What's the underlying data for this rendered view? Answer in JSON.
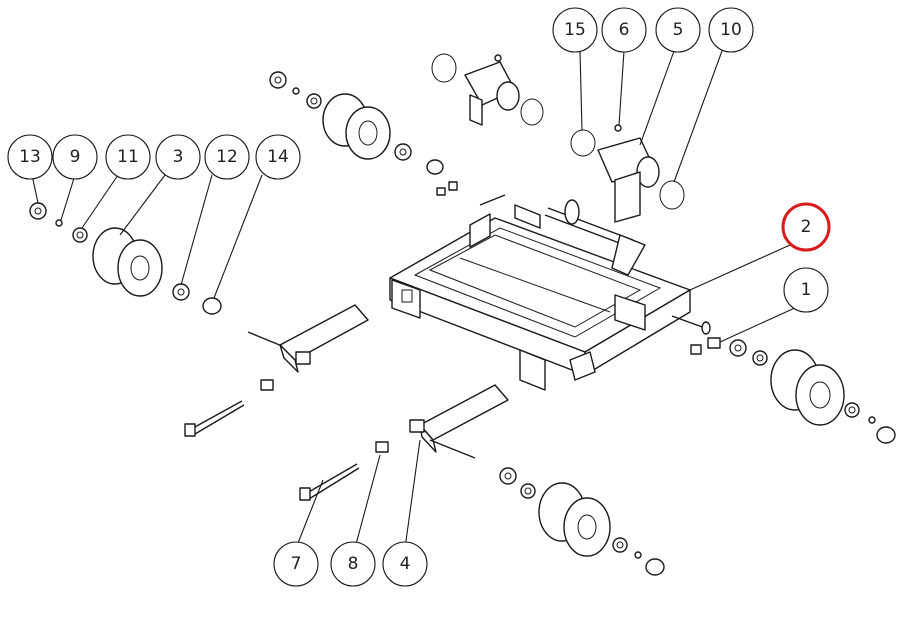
{
  "callouts": [
    {
      "id": "13",
      "text": "13"
    },
    {
      "id": "9",
      "text": "9"
    },
    {
      "id": "11",
      "text": "11"
    },
    {
      "id": "3",
      "text": "3"
    },
    {
      "id": "12",
      "text": "12"
    },
    {
      "id": "14",
      "text": "14"
    },
    {
      "id": "15",
      "text": "15"
    },
    {
      "id": "6",
      "text": "6"
    },
    {
      "id": "5",
      "text": "5"
    },
    {
      "id": "10",
      "text": "10"
    },
    {
      "id": "2",
      "text": "2"
    },
    {
      "id": "1",
      "text": "1"
    },
    {
      "id": "7",
      "text": "7"
    },
    {
      "id": "8",
      "text": "8"
    },
    {
      "id": "4",
      "text": "4"
    }
  ],
  "highlight": {
    "callout": "2",
    "color": "#d81b1b"
  }
}
